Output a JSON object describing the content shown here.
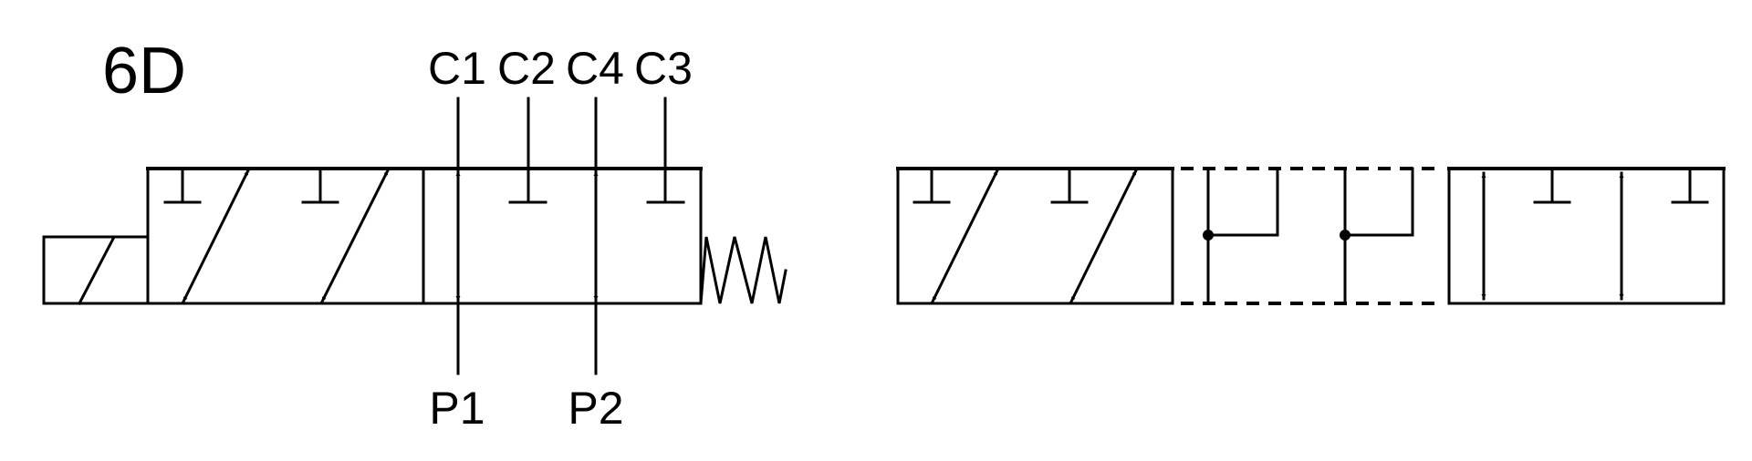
{
  "diagram": {
    "title": "6D",
    "ports_top": [
      "C1",
      "C2",
      "C4",
      "C3"
    ],
    "ports_bottom": [
      "P1",
      "P2"
    ],
    "line_color": "#000000",
    "background": "#ffffff"
  }
}
